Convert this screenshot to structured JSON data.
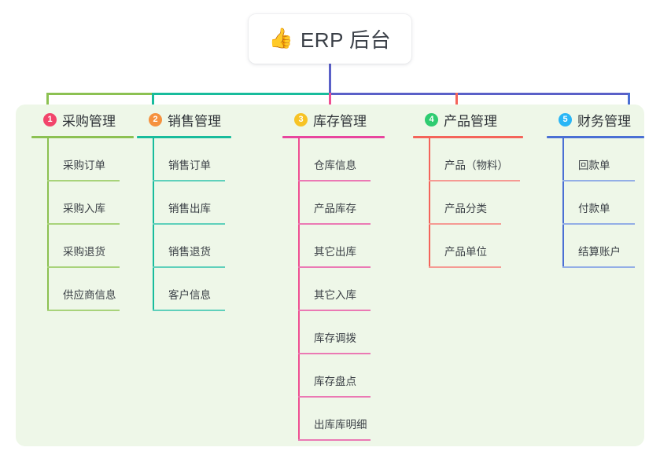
{
  "root": {
    "icon": "thumbs-up-icon",
    "emoji": "👍",
    "title": "ERP 后台"
  },
  "colors": {
    "panel_background": "#eef7e8",
    "page_background": "#ffffff",
    "root_text": "#3a3f47",
    "trunk_line": "#5a60c8",
    "branch_left": "#8cc152",
    "branch_mid": "#18bc9c"
  },
  "columns": [
    {
      "number": "1",
      "title": "采购管理",
      "badge_color": "#f2456b",
      "accent": "#8cc152",
      "child_line_color": "#a8d37a",
      "drop_color": "#8cc152",
      "children": [
        {
          "label": "采购订单"
        },
        {
          "label": "采购入库"
        },
        {
          "label": "采购退货"
        },
        {
          "label": "供应商信息"
        }
      ]
    },
    {
      "number": "2",
      "title": "销售管理",
      "badge_color": "#f5913e",
      "accent": "#18bc9c",
      "child_line_color": "#5fd0bb",
      "drop_color": "#18bc9c",
      "children": [
        {
          "label": "销售订单"
        },
        {
          "label": "销售出库"
        },
        {
          "label": "销售退货"
        },
        {
          "label": "客户信息"
        }
      ]
    },
    {
      "number": "3",
      "title": "库存管理",
      "badge_color": "#f7c325",
      "accent": "#e8459e",
      "child_line_color": "#eb79b4",
      "drop_color": "#ef4f92",
      "children": [
        {
          "label": "仓库信息"
        },
        {
          "label": "产品库存"
        },
        {
          "label": "其它出库"
        },
        {
          "label": "其它入库"
        },
        {
          "label": "库存调拨"
        },
        {
          "label": "库存盘点"
        },
        {
          "label": "出库库明细"
        }
      ]
    },
    {
      "number": "4",
      "title": "产品管理",
      "badge_color": "#2ecc71",
      "accent": "#f4645a",
      "child_line_color": "#f59a93",
      "drop_color": "#f4645a",
      "children": [
        {
          "label": "产品（物料）"
        },
        {
          "label": "产品分类"
        },
        {
          "label": "产品单位"
        }
      ]
    },
    {
      "number": "5",
      "title": "财务管理",
      "badge_color": "#29b6f6",
      "accent": "#4a6fd4",
      "child_line_color": "#93aee6",
      "drop_color": "#4a6fd4",
      "children": [
        {
          "label": "回款单"
        },
        {
          "label": "付款单"
        },
        {
          "label": "结算账户"
        }
      ]
    }
  ]
}
